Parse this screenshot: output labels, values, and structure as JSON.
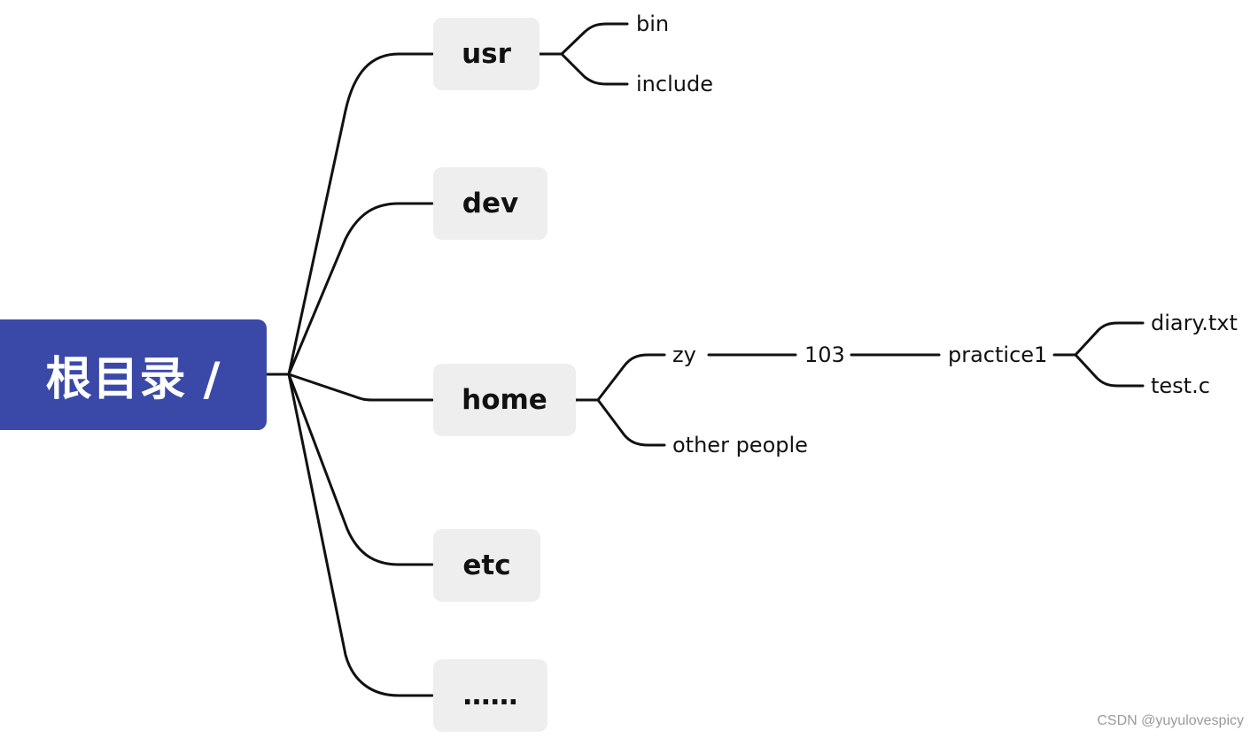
{
  "root": {
    "label": "根目录 /",
    "color": "#3a49a8"
  },
  "branches": {
    "usr": {
      "label": "usr",
      "children": [
        "bin",
        "include"
      ]
    },
    "dev": {
      "label": "dev"
    },
    "home": {
      "label": "home",
      "zy": {
        "label": "zy",
        "room": "103",
        "practice": "practice1",
        "files": [
          "diary.txt",
          "test.c"
        ]
      },
      "other": "other people"
    },
    "etc": {
      "label": "etc"
    },
    "more": {
      "label": "……"
    }
  },
  "node_fill": "#eeeeee",
  "line_color": "#111111",
  "watermark": "CSDN @yuyulovespicy"
}
